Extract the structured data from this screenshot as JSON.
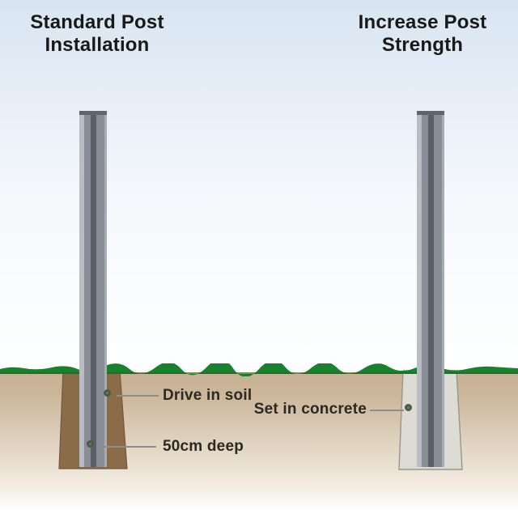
{
  "diagram": {
    "left_panel": {
      "title": "Standard Post Installation",
      "method": "drive in soil",
      "labels": {
        "drive_in_soil": "Drive in soil",
        "depth": "50cm deep"
      }
    },
    "right_panel": {
      "title": "Increase Post Strength",
      "method": "set in concrete",
      "labels": {
        "set_in_concrete": "Set in concrete"
      }
    },
    "markers": {
      "style": "green dot with dark ring and leader line",
      "count": 3
    },
    "colors": {
      "sky_top": "#d8e5f1",
      "grass": "#17822b",
      "ground_top": "#c7b092",
      "soil_fill": "#8a6c49",
      "soil_stroke": "#75573a",
      "concrete_fill": "#dcdcd4",
      "concrete_stroke": "#96968c",
      "post_light": "#b9bdc3",
      "post_mid": "#898d95",
      "post_dark": "#5b5f67",
      "post_cap": "#60646c",
      "marker_green": "#2ea43e",
      "marker_ring": "#54564e",
      "leader": "#8d8d8d",
      "text_dark": "#191919",
      "label_dark": "#2c2822"
    }
  }
}
